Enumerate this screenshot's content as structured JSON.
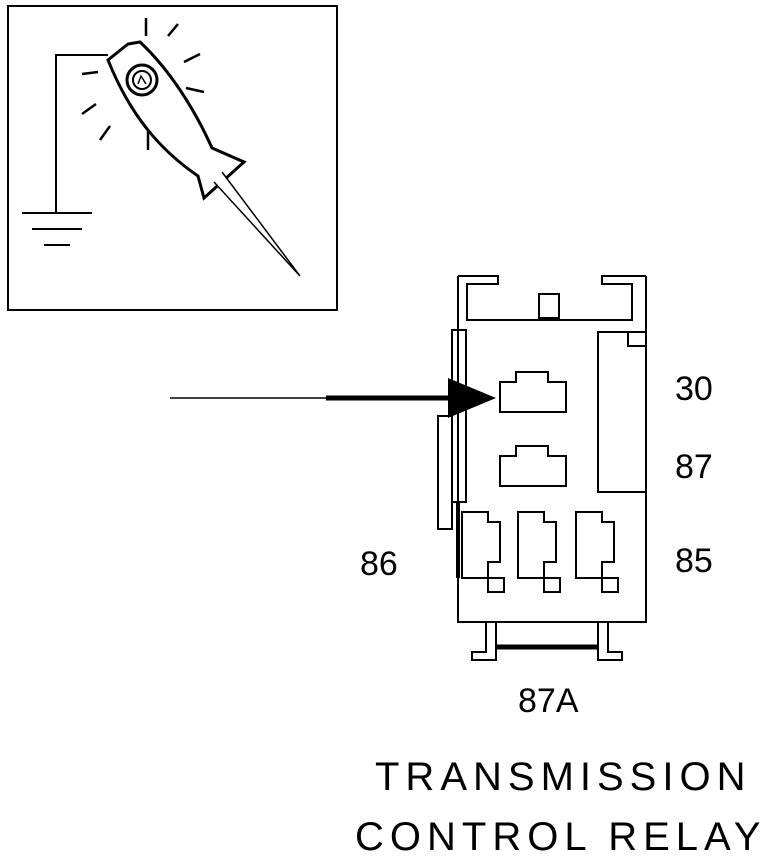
{
  "pins": {
    "p30": "30",
    "p87": "87",
    "p86": "86",
    "p85": "85",
    "p87a": "87A"
  },
  "caption": {
    "line1": "TRANSMISSION",
    "line2": "CONTROL RELAY"
  },
  "colors": {
    "ink": "#000000",
    "background": "#ffffff"
  },
  "icons": {
    "inset": "test-light-probe-icon",
    "ground": "ground-symbol-icon"
  }
}
